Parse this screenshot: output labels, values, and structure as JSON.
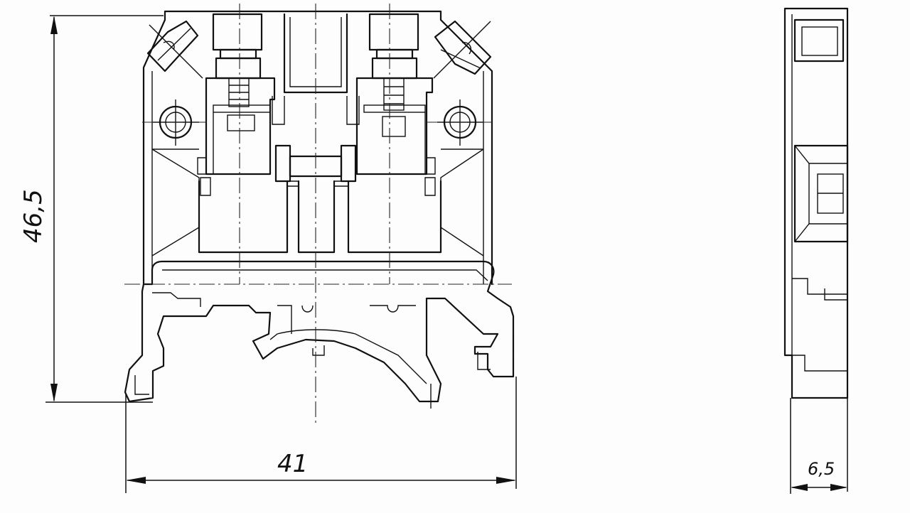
{
  "front_view": {
    "dimensions": {
      "height_label": "46,5",
      "width_label": "41"
    }
  },
  "side_view": {
    "dimensions": {
      "width_label": "6,5"
    }
  }
}
